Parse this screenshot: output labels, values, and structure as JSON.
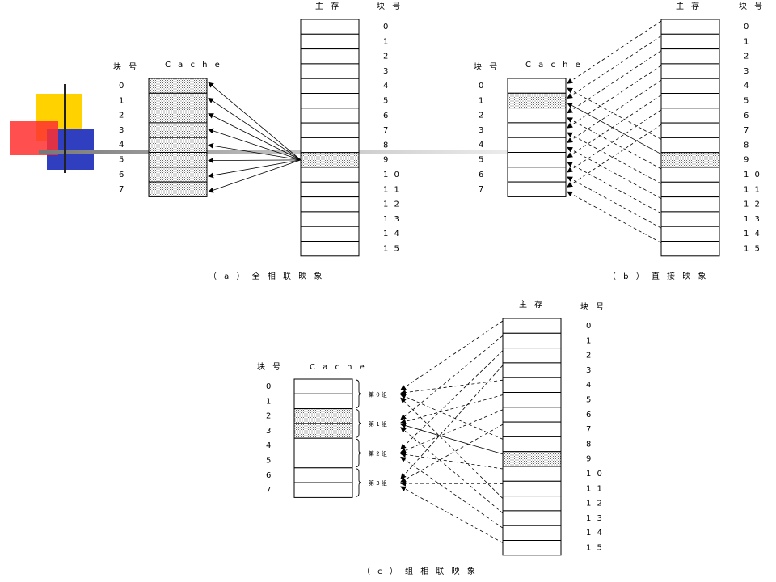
{
  "panels": {
    "a": {
      "caption": "（ a ） 全 相 联 映 象",
      "memory_title": "主 存",
      "block_header_mem": "块 号",
      "cache_title": "C a c h e",
      "block_header_cache": "块 号",
      "cache_labels": [
        "0",
        "1",
        "2",
        "3",
        "4",
        "5",
        "6",
        "7"
      ],
      "memory_labels": [
        "0",
        "1",
        "2",
        "3",
        "4",
        "5",
        "6",
        "7",
        "8",
        "9",
        "1 0",
        "1 1",
        "1 2",
        "1 3",
        "1 4",
        "1 5"
      ],
      "highlight_memory": 9,
      "highlight_cache": []
    },
    "b": {
      "caption": "（ b ） 直 接 映 象",
      "memory_title": "主 存",
      "block_header_mem": "块 号",
      "cache_title": "C a c h e",
      "block_header_cache": "块 号",
      "cache_labels": [
        "0",
        "1",
        "2",
        "3",
        "4",
        "5",
        "6",
        "7"
      ],
      "memory_labels": [
        "0",
        "1",
        "2",
        "3",
        "4",
        "5",
        "6",
        "7",
        "8",
        "9",
        "1 0",
        "1 1",
        "1 2",
        "1 3",
        "1 4",
        "1 5"
      ],
      "highlight_memory": 9,
      "highlight_cache": [
        1
      ]
    },
    "c": {
      "caption": "（ c ） 组 相 联 映 象",
      "memory_title": "主 存",
      "block_header_mem": "块 号",
      "cache_title": "C a c h e",
      "block_header_cache": "块 号",
      "cache_labels": [
        "0",
        "1",
        "2",
        "3",
        "4",
        "5",
        "6",
        "7"
      ],
      "memory_labels": [
        "0",
        "1",
        "2",
        "3",
        "4",
        "5",
        "6",
        "7",
        "8",
        "9",
        "1 0",
        "1 1",
        "1 2",
        "1 3",
        "1 4",
        "1 5"
      ],
      "groups": [
        "第 0 组",
        "第 1 组",
        "第 2 组",
        "第 3 组"
      ],
      "highlight_memory": 9,
      "highlight_cache": [
        2,
        3
      ]
    }
  },
  "colors": {
    "line": "#000000",
    "shade": "#c8c8c8",
    "deco_yellow": "#ffd200",
    "deco_red": "#ff3030",
    "deco_blue": "#2f3fbf",
    "deco_bar": "#9a9a9a"
  }
}
